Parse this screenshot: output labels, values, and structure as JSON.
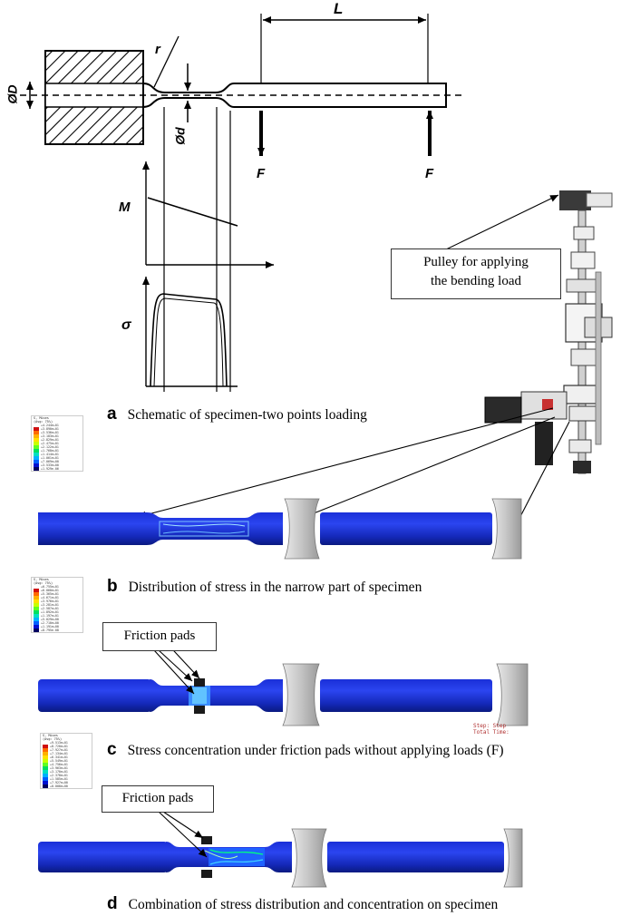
{
  "schematic": {
    "label_L": "L",
    "label_r": "r",
    "label_D": "ØD",
    "label_d": "Ød",
    "label_F_left": "F",
    "label_F_right": "F",
    "label_M": "M",
    "label_sigma": "σ"
  },
  "callouts": {
    "pulley_line1": "Pulley for applying",
    "pulley_line2": "the bending load",
    "friction_c": "Friction pads",
    "friction_d": "Friction pads"
  },
  "captions": {
    "a_letter": "a",
    "a_text": "Schematic of specimen-two points loading",
    "b_letter": "b",
    "b_text": "Distribution of stress in the narrow part of specimen",
    "c_letter": "c",
    "c_text": "Stress concentration under friction pads without applying loads (F)",
    "d_letter": "d",
    "d_text": "Combination of stress distribution and concentration on specimen"
  },
  "legends": {
    "b": {
      "title1": "S, Mises",
      "title2": "(Avg: 75%)",
      "values": [
        "+4.244e+01",
        "+3.890e+01",
        "+3.536e+01",
        "+3.183e+01",
        "+2.829e+01",
        "+2.475e+01",
        "+2.122e+01",
        "+1.768e+01",
        "+1.414e+01",
        "+1.061e+01",
        "+7.069e+00",
        "+3.533e+00",
        "+1.929e-06"
      ]
    },
    "c": {
      "title1": "S, Mises",
      "title2": "(Avg: 75%)",
      "values": [
        "+6.755e+01",
        "+6.060e+01",
        "+5.365e+01",
        "+4.671e+01",
        "+3.976e+01",
        "+3.281e+01",
        "+2.587e+01",
        "+1.892e+01",
        "+1.197e+01",
        "+5.029e+00",
        "+2.710e+00",
        "+1.191e+00",
        "+8.795e-08"
      ]
    },
    "d": {
      "title1": "S, Mises",
      "title2": "(Avg: 75%)",
      "values": [
        "+9.513e+01",
        "+8.720e+01",
        "+7.927e+01",
        "+7.134e+01",
        "+6.341e+01",
        "+5.549e+01",
        "+4.756e+01",
        "+3.963e+01",
        "+3.170e+01",
        "+2.378e+01",
        "+1.585e+01",
        "+7.927e+00",
        "+0.000e+00"
      ]
    },
    "colors": [
      "#ffffff",
      "#d01010",
      "#ff6a00",
      "#ffb000",
      "#ffe000",
      "#c8ff00",
      "#60ff20",
      "#00e060",
      "#00e0c0",
      "#00b0ff",
      "#0060ff",
      "#0010d0",
      "#000060"
    ]
  },
  "step_note": {
    "line1": "Step: Step",
    "line2": "Total Time:"
  }
}
